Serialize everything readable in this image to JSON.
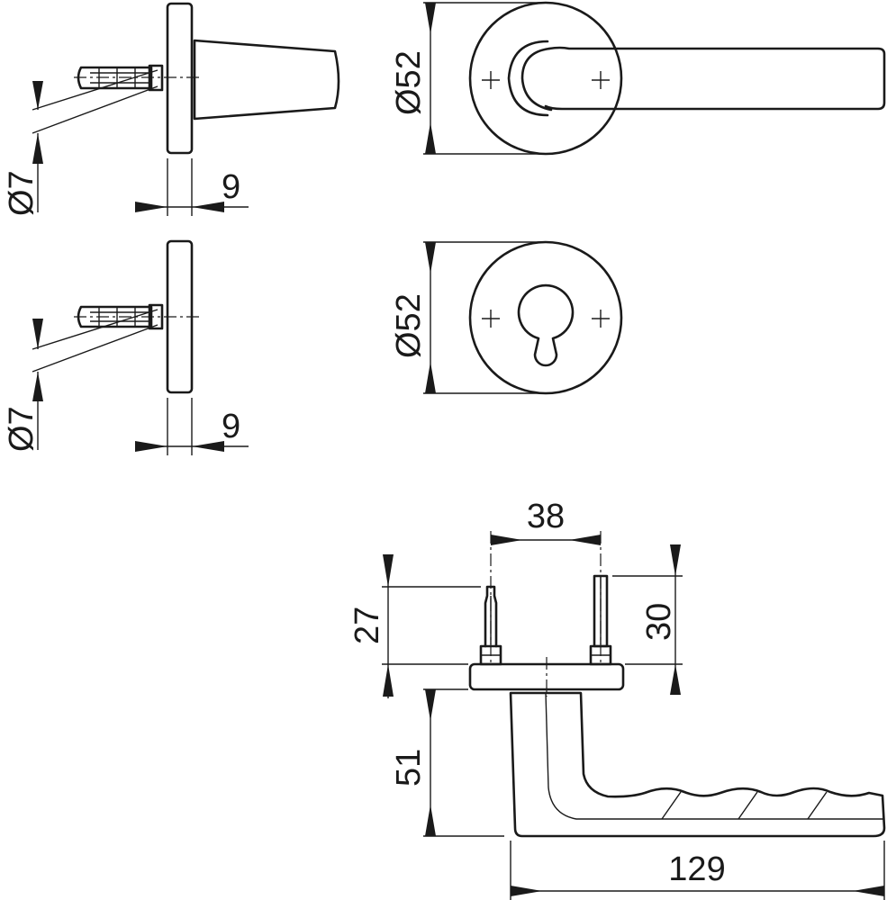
{
  "drawing": {
    "dimensions": {
      "spindle_diameter_top": "Ø7",
      "rose_thickness_top": "9",
      "spindle_diameter_bottom": "Ø7",
      "rose_thickness_bottom": "9",
      "handle_rose_diameter": "Ø52",
      "key_rose_diameter": "Ø52",
      "screw_spacing": "38",
      "screw_height_left": "27",
      "screw_height_right": "30",
      "handle_projection": "51",
      "handle_length": "129"
    },
    "icons": [
      "plus-icon",
      "cylinder-keyhole-icon",
      "arrowhead-icon"
    ]
  }
}
